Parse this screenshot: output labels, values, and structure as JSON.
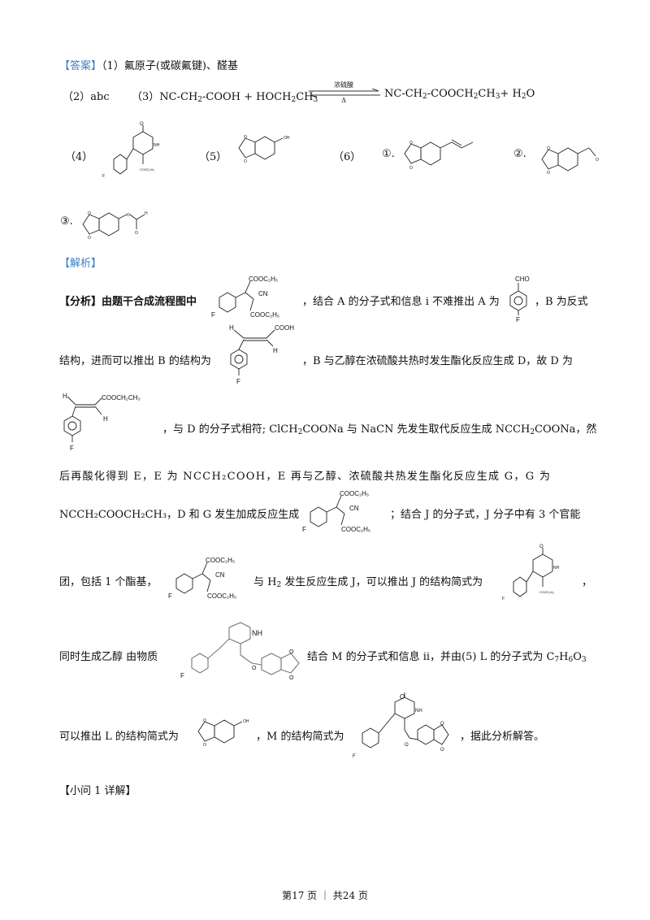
{
  "answer": {
    "tag_open": "【",
    "tag_label": "答案",
    "tag_close": "】",
    "q1": "（1）氟原子(或碳氟键)、醛基",
    "q2": "（2）abc",
    "q3_label": "（3）",
    "q3_left_a": "NC-CH",
    "q3_left_b": "-COOH + HOCH",
    "q3_left_c": "CH",
    "condition_top": "浓硫酸",
    "condition_bottom": "Δ",
    "q3_right_a": "NC-CH",
    "q3_right_b": "-COOCH",
    "q3_right_c": "CH",
    "q3_right_d": "+ H",
    "q3_right_e": "O",
    "sub2": "2",
    "sub3": "3",
    "q4_label": "（4）",
    "q5_label": "（5）",
    "q6_label": "（6）",
    "opt1": "①.",
    "opt2": "②.",
    "opt3": "③."
  },
  "analysis": {
    "header": "【解析】",
    "para1_a": "【分析】由题干合成流程图中",
    "para1_b": "，结合 A 的分子式和信息 i 不难推出 A 为",
    "para1_c": "，B 为反式",
    "para2_a": "结构，进而可以推出 B 的结构为",
    "para2_b": "，B 与乙醇在浓硫酸共热时发生酯化反应生成 D，故 D 为",
    "para3_a": "，与 D 的分子式相符; ClCH",
    "para3_b": "COONa 与 NaCN 先发生取代反应生成 NCCH",
    "para3_c": "COONa，然",
    "para4": "后再酸化得到 E，E 为 NCCH₂COOH，E 再与乙醇、浓硫酸共热发生酯化反应生成 G，G 为",
    "para5_a": "NCCH₂COOCH₂CH₃，D 和 G 发生加成反应生成",
    "para5_b": "；结合 J 的分子式，J 分子中有 3 个官能",
    "para6_a": "团，包括 1 个酯基，",
    "para6_b": "与 H",
    "para6_c": " 发生反应生成 J，可以推出 J 的结构简式为",
    "para6_d": "，",
    "para7_a": "同时生成乙醇  由物质",
    "para7_b": "结合 M 的分子式和信息 ii，并由(5) L 的分子式为 C",
    "para7_c": "H",
    "para7_d": "O",
    "sub7": "7",
    "sub6": "6",
    "para8_a": "可以推出 L 的结构简式为",
    "para8_b": "，M 的结构简式为",
    "para8_c": "，据此分析解答。",
    "sub_q1": "【小问 1 详解】"
  },
  "molecule_labels": {
    "cooet": "COOC₂H₅",
    "cn": "CN",
    "f": "F",
    "cho": "CHO",
    "cooh": "COOH",
    "h": "H",
    "c": "C",
    "cooch2ch3": "COOCH₂CH₃",
    "nh": "NH",
    "o": "O",
    "oh": "OH",
    "cooet_small": "COOC₂H₅"
  },
  "footer": {
    "page": "第17 页 ｜ 共24 页"
  }
}
